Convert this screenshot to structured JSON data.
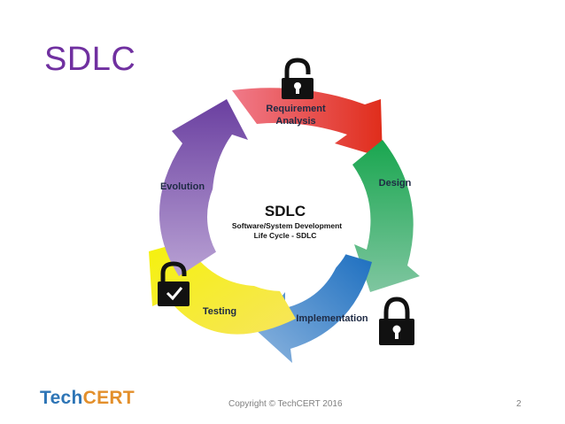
{
  "slide": {
    "title": "SDLC",
    "page_number": "2",
    "copyright": "Copyright © TechCERT 2016"
  },
  "logo": {
    "part1": "Tech",
    "part2": "CERT"
  },
  "cycle": {
    "center_title": "SDLC",
    "center_line1": "Software/System Development",
    "center_line2": "Life Cycle - SDLC",
    "phases": [
      {
        "label1": "Requirement",
        "label2": "Analysis",
        "color": "#e8312c"
      },
      {
        "label1": "Design",
        "color": "#1fa653"
      },
      {
        "label1": "Implementation",
        "color": "#2d73c2"
      },
      {
        "label1": "Testing",
        "color": "#f0ea1e"
      },
      {
        "label1": "Evolution",
        "color": "#7a4aa8"
      }
    ]
  },
  "locks": [
    {
      "state": "open",
      "icon": "unlocked-padlock-icon"
    },
    {
      "state": "open-check",
      "icon": "unlocked-padlock-check-icon"
    },
    {
      "state": "closed",
      "icon": "locked-padlock-icon"
    }
  ]
}
